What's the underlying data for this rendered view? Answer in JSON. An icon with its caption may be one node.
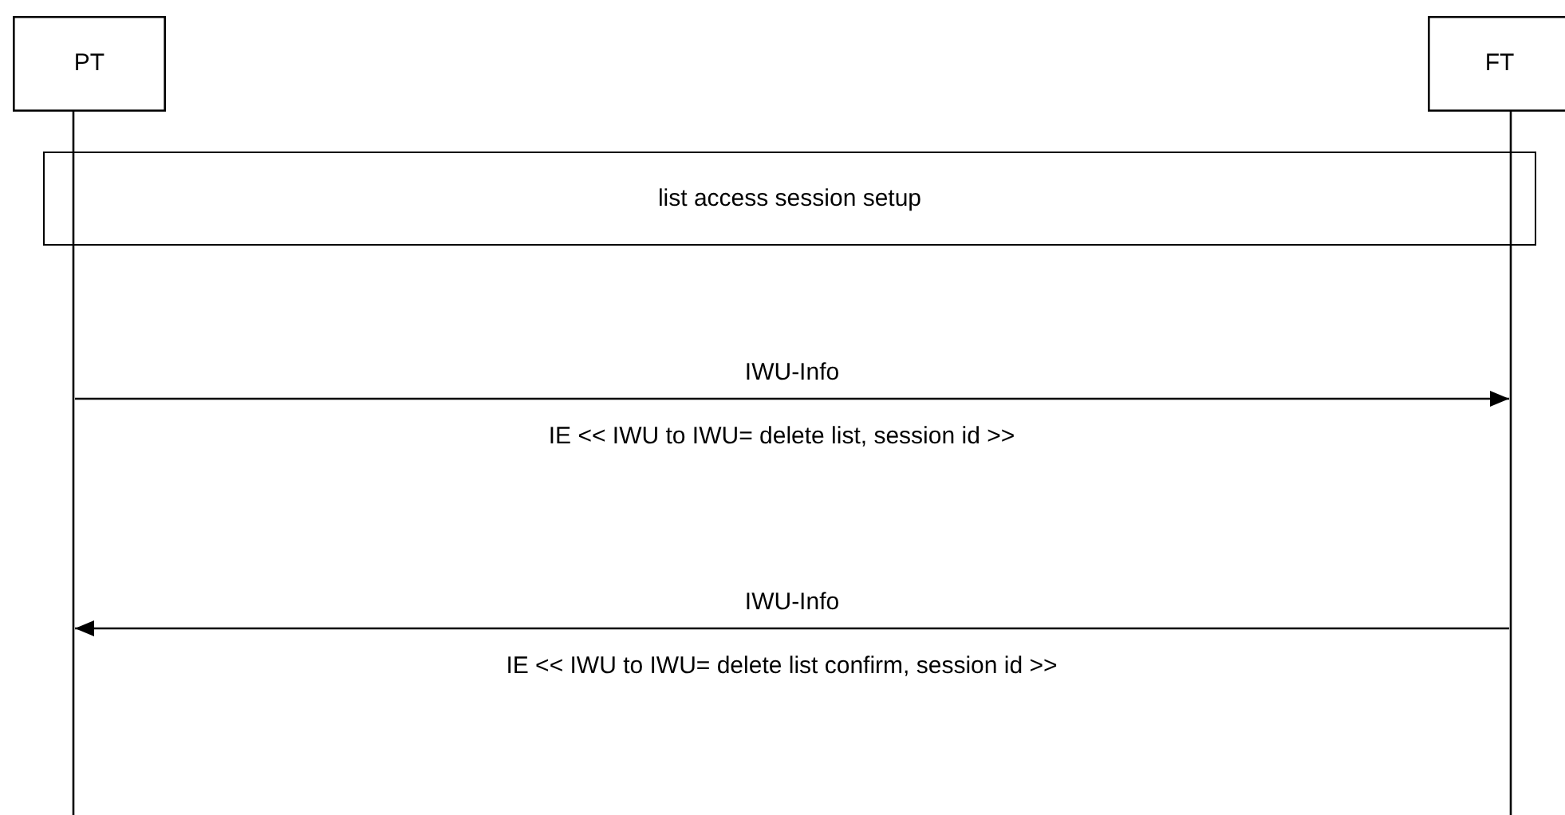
{
  "diagram": {
    "nodes": [
      {
        "text": [
          "PT"
        ]
      },
      {
        "text": [
          "FT"
        ]
      },
      {
        "text": [
          "list access session setup"
        ]
      }
    ],
    "edges": [
      {
        "from": 0,
        "to": 1,
        "arrow": "to",
        "label": "IWU-Info"
      },
      {
        "from": 1,
        "to": 0,
        "arrow": "to",
        "label": "IWU-Info"
      }
    ],
    "labels": [
      "IE << IWU to IWU= delete list, session id >>",
      "IE << IWU to IWU= delete list confirm, session id >>"
    ]
  }
}
